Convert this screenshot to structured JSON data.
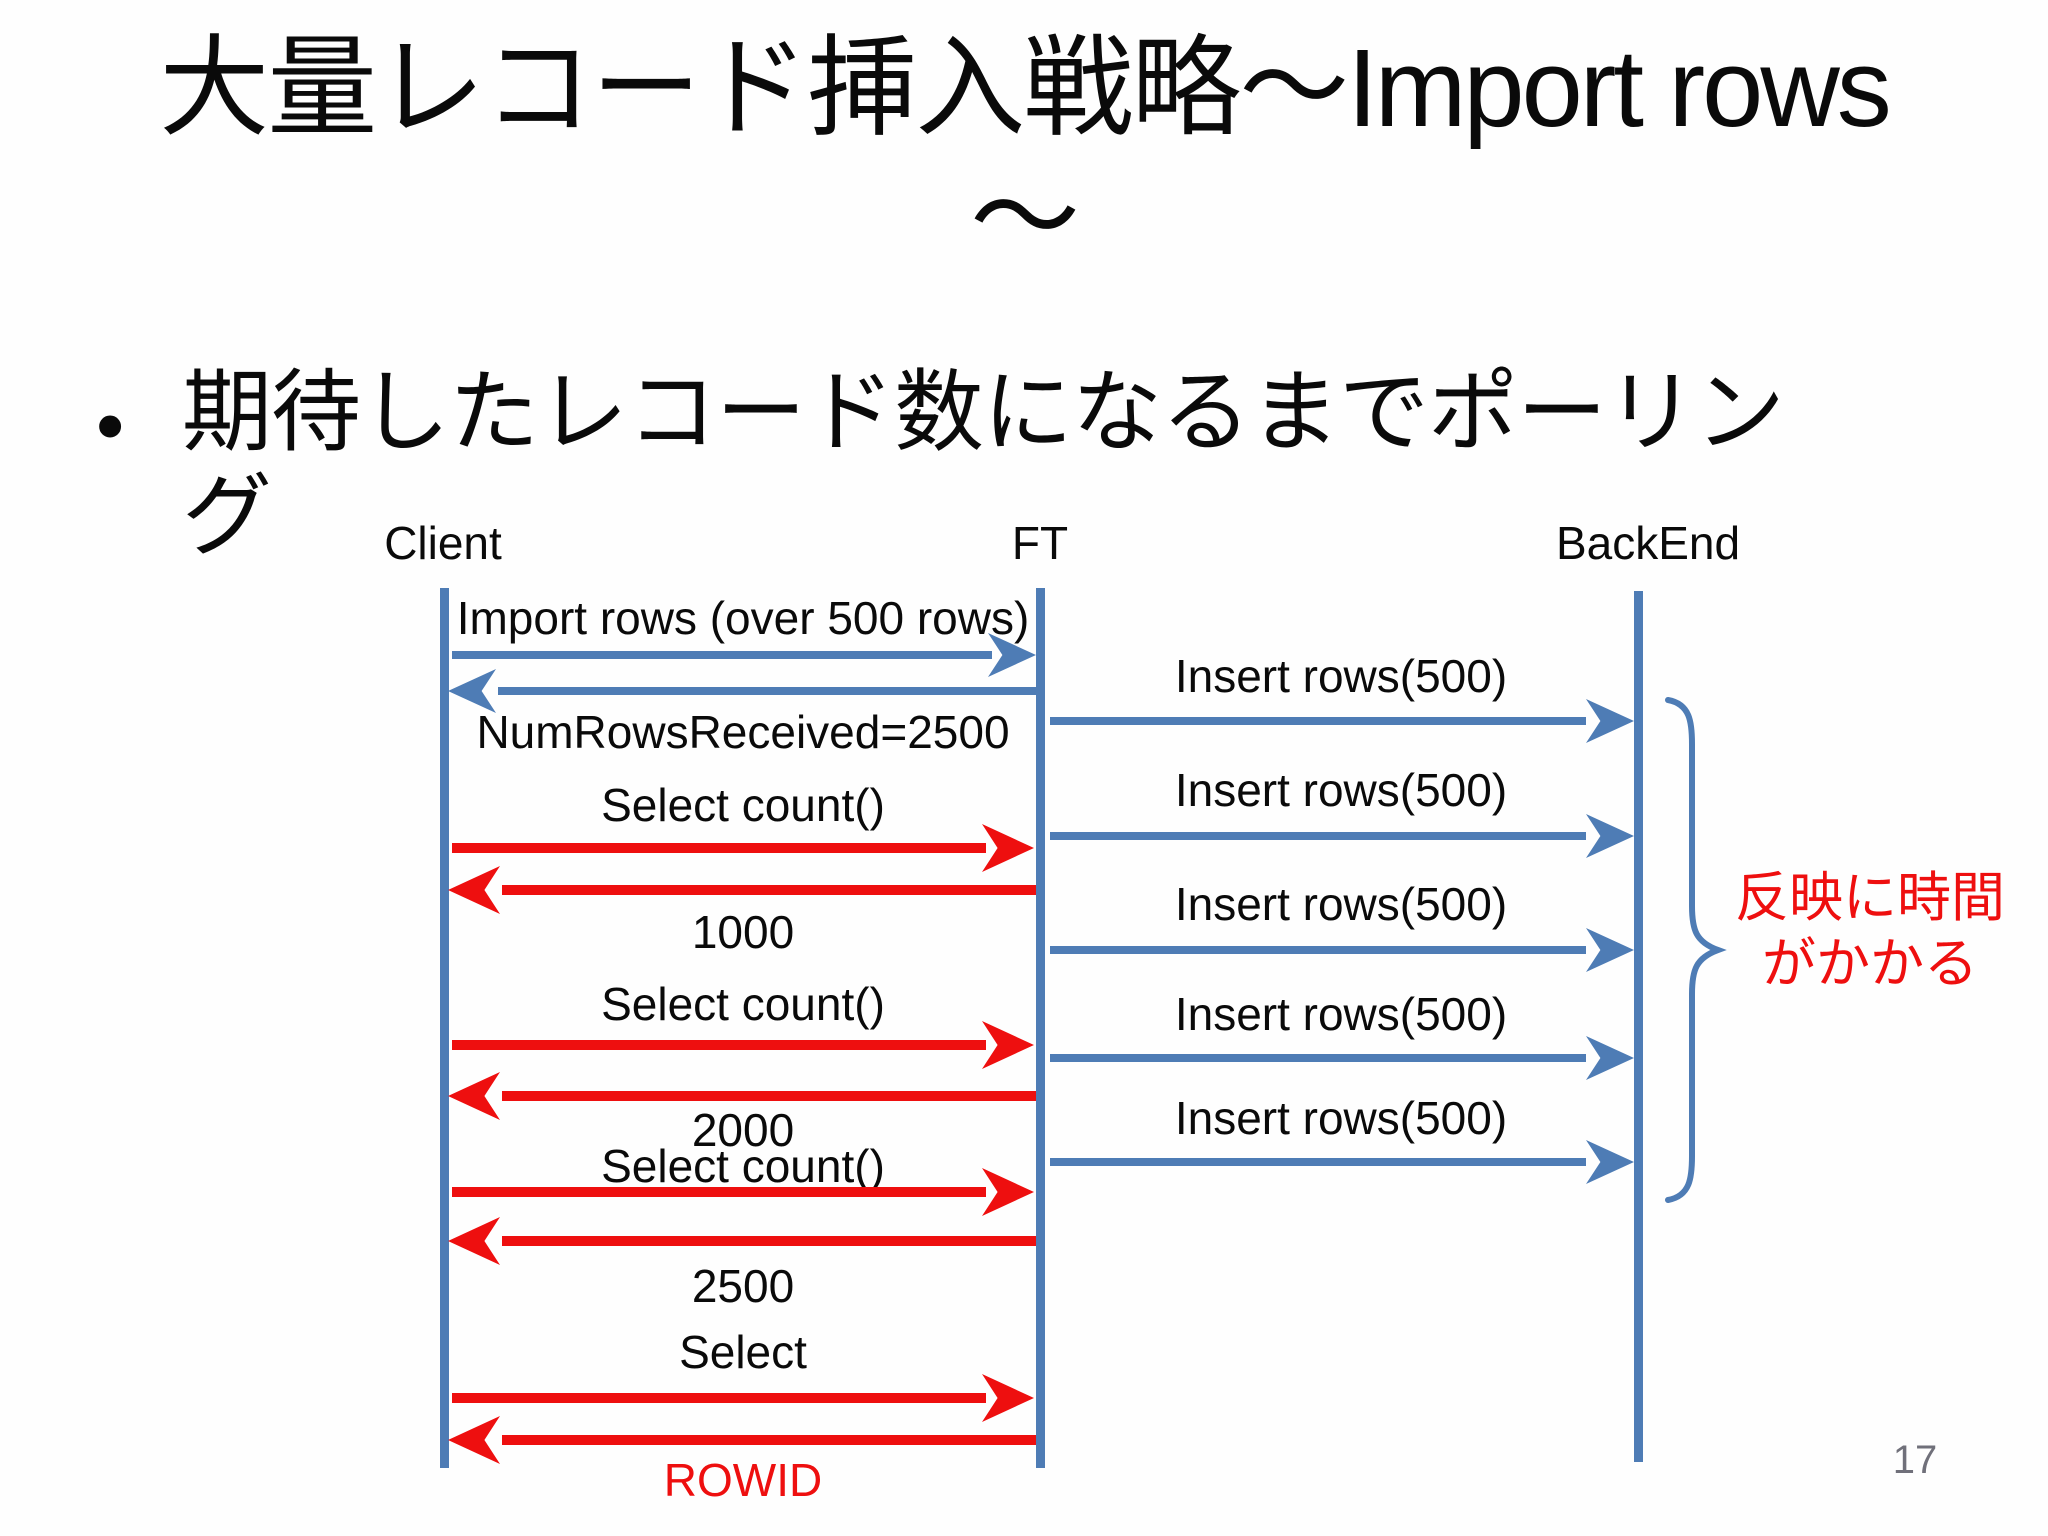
{
  "slide": {
    "title": {
      "jp": "大量レコード挿入戦略～",
      "en": "Import rows",
      "line2": "～"
    },
    "bullet": {
      "marker": "•",
      "line1": "期待したレコード数になるまでポーリン",
      "line2": "グ"
    },
    "page_number": "17"
  },
  "colors": {
    "blue": "#4e7cb5",
    "red": "#ee0f0f",
    "ink": "#0a0a0a",
    "gray": "#70707a"
  },
  "diagram": {
    "lifelines": [
      {
        "label": "Client"
      },
      {
        "label": "FT"
      },
      {
        "label": "BackEnd"
      }
    ],
    "client_ft": {
      "import_request": "Import rows (over 500 rows)",
      "import_response": "NumRowsReceived=2500",
      "select_count_1": "Select count()",
      "count_result_1": "1000",
      "select_count_2": "Select count()",
      "count_result_2": "2000",
      "select_count_3": "Select count()",
      "count_result_3": "2500",
      "select_request": "Select",
      "select_response": "ROWID"
    },
    "ft_backend": {
      "insert_labels": [
        "Insert rows(500)",
        "Insert rows(500)",
        "Insert rows(500)",
        "Insert rows(500)",
        "Insert rows(500)"
      ]
    },
    "annotation": {
      "line1": "反映に時間",
      "line2": "がかかる"
    }
  }
}
